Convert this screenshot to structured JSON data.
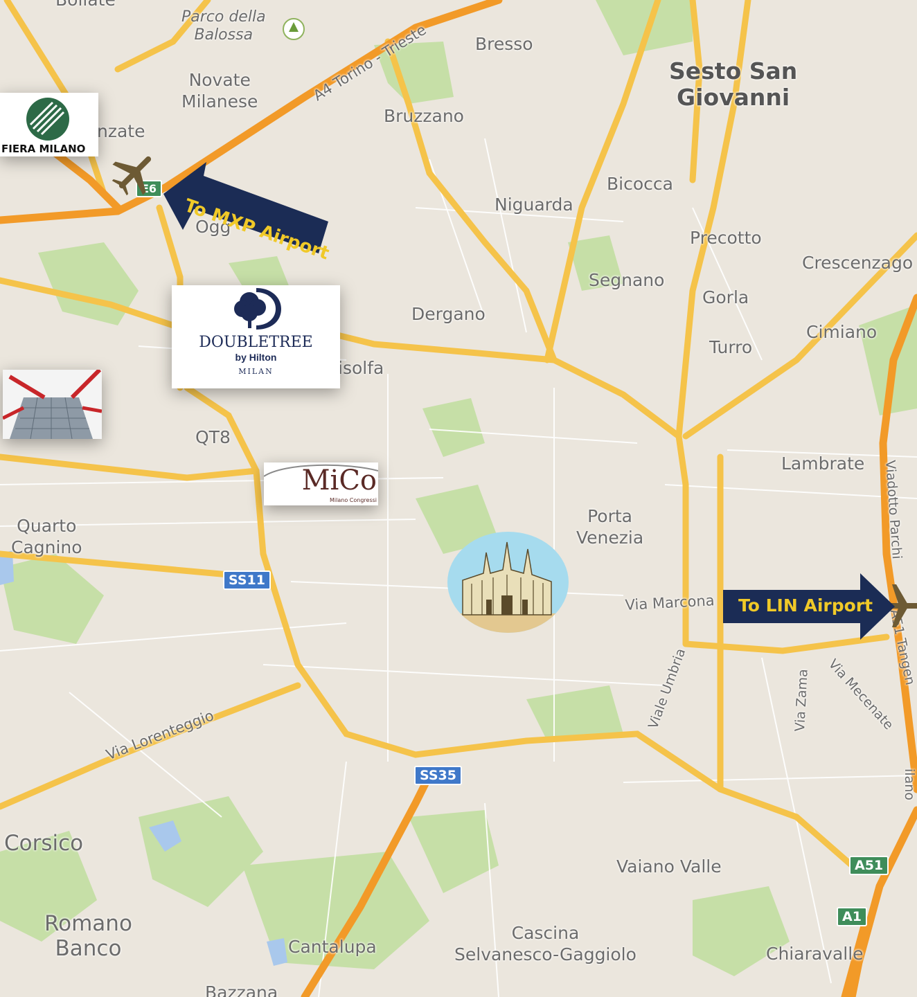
{
  "places": {
    "bollate": "Bollate",
    "parco_balossa": "Parco della\nBalossa",
    "novate": "Novate\nMilanese",
    "bresso": "Bresso",
    "sesto": "Sesto San\nGiovanni",
    "bruzzano": "Bruzzano",
    "baranzate": "nzate",
    "bicocca": "Bicocca",
    "niguarda": "Niguarda",
    "oggiaro": "Ogg",
    "precotto": "Precotto",
    "crescenzago": "Crescenzago",
    "segnano": "Segnano",
    "gorla": "Gorla",
    "dergano": "Dergano",
    "cimiano": "Cimiano",
    "turro": "Turro",
    "bovisolfa": "isolfa",
    "qt8": "QT8",
    "lambrate": "Lambrate",
    "quarto_cagnino": "Quarto\nCagnino",
    "porta_venezia": "Porta\nVenezia",
    "corsico": "Corsico",
    "vaiano_valle": "Vaiano Valle",
    "romano_banco": "Romano\nBanco",
    "cascina": "Cascina\nSelvanesco-Gaggiolo",
    "cantalupa": "Cantalupa",
    "chiaravalle": "Chiaravalle",
    "bazzana": "Bazzana"
  },
  "roads": {
    "a4": "A4 Torino - Trieste",
    "lorenteggio": "Via Lorenteggio",
    "marcona": "Via Marcona",
    "umbria": "Viale Umbria",
    "zama": "Via Zama",
    "mecenate": "Via Mecenate",
    "viadotto": "Viadotto Parchi",
    "tangenziale": "A51 Tangen",
    "milano": "ilano"
  },
  "shields": {
    "ss11": "SS11",
    "ss35": "SS35",
    "e6": "E6",
    "a51": "A51",
    "a1": "A1"
  },
  "logos": {
    "fiera": "FIERA MILANO",
    "doubletree_name": "DOUBLETREE",
    "doubletree_by": "by Hilton",
    "doubletree_city": "MILAN",
    "mico": "MiCo",
    "mico_sub": "Milano Congressi"
  },
  "callouts": {
    "mxp": "To MXP Airport",
    "lin": "To LIN Airport"
  },
  "icons": [
    "plane-icon",
    "park-tree-icon"
  ],
  "colors": {
    "land": "#ebe6dd",
    "park": "#c6dfa7",
    "major_road": "#f5c34a",
    "motorway": "#f29a28",
    "water": "#a9c8ec",
    "callout_bg": "#1b2c55",
    "callout_text": "#f0c928",
    "shield_blue": "#3f78c9"
  }
}
